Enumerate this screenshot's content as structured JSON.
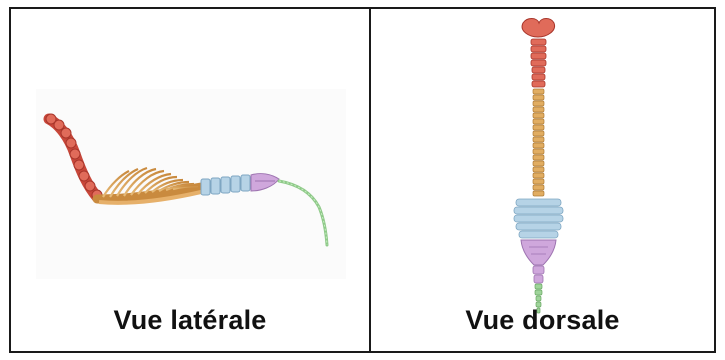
{
  "panels": [
    {
      "caption": "Vue latérale",
      "view": "lateral"
    },
    {
      "caption": "Vue dorsale",
      "view": "dorsal"
    }
  ],
  "colors": {
    "cervical": "#d95b4b",
    "thoracic": "#d9a45a",
    "lumbar": "#a9c9df",
    "sacral": "#c9a2d6",
    "caudal": "#9fd49a",
    "border": "#1a1a1a"
  }
}
